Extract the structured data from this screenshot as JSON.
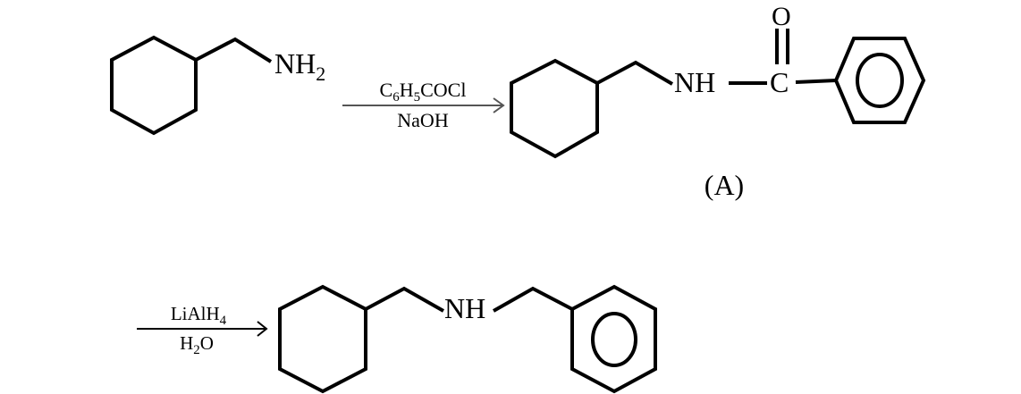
{
  "diagram": {
    "type": "reaction-scheme",
    "reactant": {
      "name": "cyclohexylmethanamine",
      "group_label": "NH",
      "group_subscript": "2"
    },
    "step1": {
      "reagent_top": {
        "base": "C",
        "sub1": "6",
        "mid": "H",
        "sub2": "5",
        "tail": "COCl"
      },
      "reagent_bottom": "NaOH"
    },
    "intermediate": {
      "nh_label": "NH",
      "carbon_label": "C",
      "oxygen_label": "O",
      "compound_label": "(A)"
    },
    "step2": {
      "reagent_top": {
        "base": "LiAlH",
        "sub": "4"
      },
      "reagent_bottom": {
        "base": "H",
        "sub": "2",
        "tail": "O"
      }
    },
    "product": {
      "nh_label": "NH"
    },
    "colors": {
      "bond": "#000000",
      "arrow1": "#555555",
      "arrow2": "#000000",
      "background": "#ffffff"
    }
  }
}
